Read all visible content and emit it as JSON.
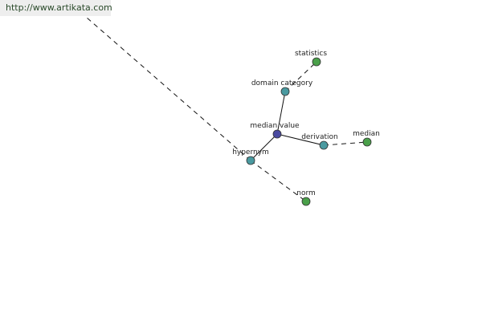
{
  "watermark": {
    "url": "http://www.artikata.com"
  },
  "colors": {
    "center_node": "#4a4aa0",
    "relation_node": "#4a9aa0",
    "leaf_node": "#4aa04a"
  },
  "graph": {
    "nodes": [
      {
        "id": "median-value",
        "label": "median value",
        "kind": "center"
      },
      {
        "id": "domain-category",
        "label": "domain category",
        "kind": "relation"
      },
      {
        "id": "derivation",
        "label": "derivation",
        "kind": "relation"
      },
      {
        "id": "hypernym",
        "label": "hypernym",
        "kind": "relation"
      },
      {
        "id": "statistics",
        "label": "statistics",
        "kind": "leaf"
      },
      {
        "id": "median",
        "label": "median",
        "kind": "leaf"
      },
      {
        "id": "norm",
        "label": "norm",
        "kind": "leaf"
      }
    ],
    "edges": [
      {
        "from": "median-value",
        "to": "domain-category",
        "style": "solid"
      },
      {
        "from": "median-value",
        "to": "derivation",
        "style": "solid"
      },
      {
        "from": "median-value",
        "to": "hypernym",
        "style": "solid"
      },
      {
        "from": "domain-category",
        "to": "statistics",
        "style": "dashed"
      },
      {
        "from": "derivation",
        "to": "median",
        "style": "dashed"
      },
      {
        "from": "hypernym",
        "to": "norm",
        "style": "dashed"
      },
      {
        "from": "hypernym",
        "to": "offscreen-top-left",
        "style": "dashed"
      }
    ]
  }
}
